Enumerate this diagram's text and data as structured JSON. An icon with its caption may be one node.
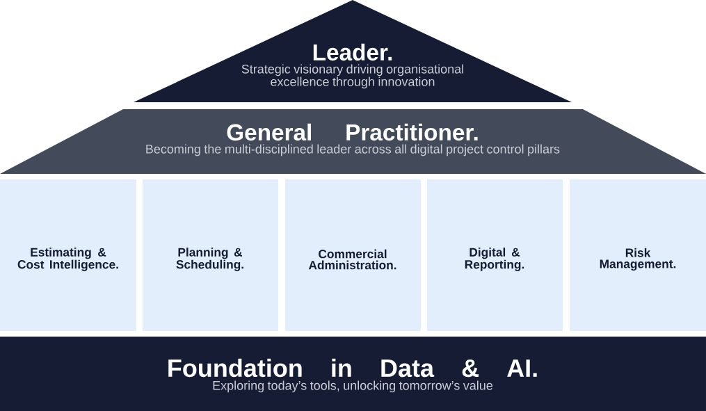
{
  "diagram": {
    "nodes": [
      {
        "text": [
          "Leader.",
          "Strategic visionary driving organisational excellence through innovation"
        ]
      },
      {
        "text": [
          "General Practitioner.",
          "Becoming the multi-disciplined leader across all digital project control pillars"
        ]
      },
      {
        "text": [
          "Estimating & Cost Intelligence."
        ]
      },
      {
        "text": [
          "Planning & Scheduling."
        ]
      },
      {
        "text": [
          "Commercial Administration."
        ]
      },
      {
        "text": [
          "Digital & Reporting."
        ]
      },
      {
        "text": [
          "Risk Management."
        ]
      },
      {
        "text": [
          "Foundation in Data & AI.",
          "Exploring today’s tools, unlocking tomorrow’s value"
        ]
      }
    ]
  }
}
